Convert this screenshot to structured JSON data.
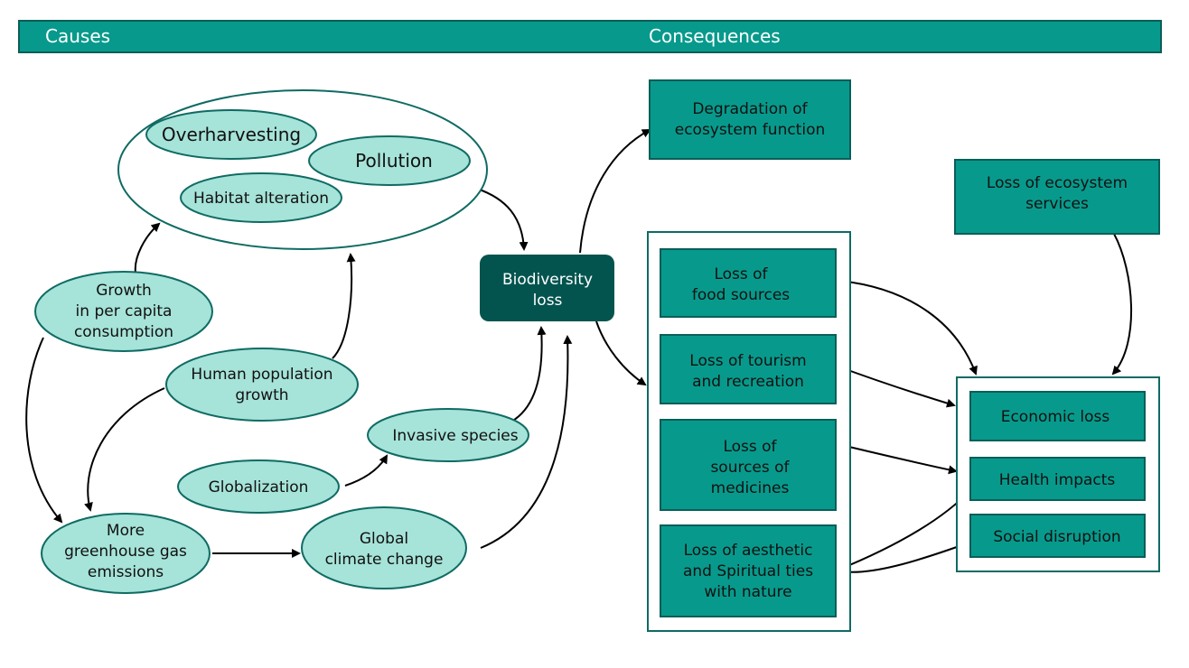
{
  "header": {
    "causes_label": "Causes",
    "consequences_label": "Consequences",
    "bar_color": "#079a8c"
  },
  "colors": {
    "cause_fill": "#a6e3d9",
    "consequence_fill": "#079a8c",
    "central_fill": "#03544f",
    "outline": "#0f6b63"
  },
  "causes": {
    "direct_drivers": [
      "Overharvesting",
      "Pollution",
      "Habitat alteration"
    ],
    "per_capita": [
      "Growth",
      "in per capita",
      "consumption"
    ],
    "population": [
      "Human population",
      "growth"
    ],
    "invasive": [
      "Invasive species"
    ],
    "globalization": [
      "Globalization"
    ],
    "greenhouse": [
      "More",
      "greenhouse gas",
      "emissions"
    ],
    "climate": [
      "Global",
      "climate change"
    ]
  },
  "central": {
    "lines": [
      "Biodiversity",
      "loss"
    ]
  },
  "consequences": {
    "degradation": [
      "Degradation of",
      "ecosystem function"
    ],
    "ecosystem_services": [
      "Loss of ecosystem",
      "services"
    ],
    "losses": [
      [
        "Loss of",
        "food sources"
      ],
      [
        "Loss of tourism",
        "and recreation"
      ],
      [
        "Loss of",
        "sources of",
        "medicines"
      ],
      [
        "Loss of aesthetic",
        "and Spiritual ties",
        "with nature"
      ]
    ],
    "impacts": [
      "Economic loss",
      "Health impacts",
      "Social disruption"
    ]
  }
}
